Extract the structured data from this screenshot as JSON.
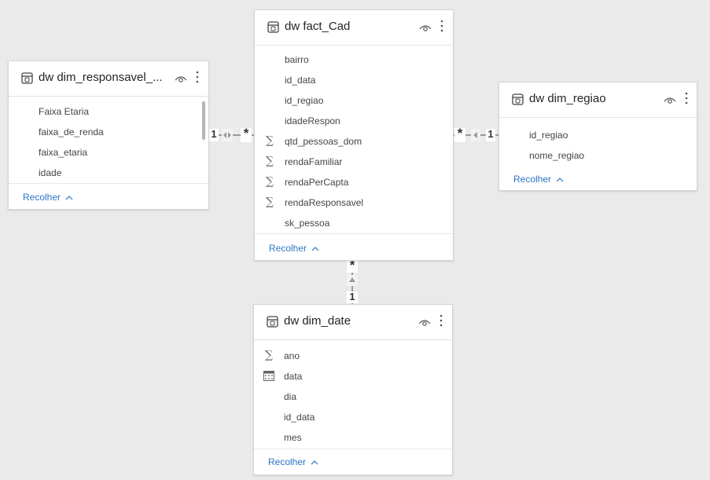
{
  "tables": {
    "responsavel": {
      "title": "dw dim_responsavel_...",
      "fields": [
        "Faixa Etaria",
        "faixa_de_renda",
        "faixa_etaria",
        "idade"
      ],
      "collapse_label": "Recolher"
    },
    "fact": {
      "title": "dw fact_Cad",
      "fields": [
        "bairro",
        "id_data",
        "id_regiao",
        "idadeRespon",
        "qtd_pessoas_dom",
        "rendaFamiliar",
        "rendaPerCapta",
        "rendaResponsavel",
        "sk_pessoa"
      ],
      "collapse_label": "Recolher"
    },
    "regiao": {
      "title": "dw dim_regiao",
      "fields": [
        "id_regiao",
        "nome_regiao"
      ],
      "collapse_label": "Recolher"
    },
    "date": {
      "title": "dw dim_date",
      "fields": [
        "ano",
        "data",
        "dia",
        "id_data",
        "mes"
      ],
      "collapse_label": "Recolher"
    }
  },
  "relationships": {
    "resp_fact": {
      "from_card": "1",
      "to_card": "*"
    },
    "fact_regiao": {
      "from_card": "*",
      "to_card": "1"
    },
    "fact_date": {
      "from_card": "*",
      "to_card": "1"
    }
  },
  "icons": {
    "table": "table-icon",
    "visibility": "eye-icon",
    "more": "more-options-icon",
    "sum": "sigma-icon",
    "calendar": "calendar-icon",
    "collapse": "chevron-up-icon"
  },
  "colors": {
    "canvas": "#eaeaea",
    "card": "#ffffff",
    "link": "#2b75c6",
    "relationship_line": "#9a9a9a"
  }
}
